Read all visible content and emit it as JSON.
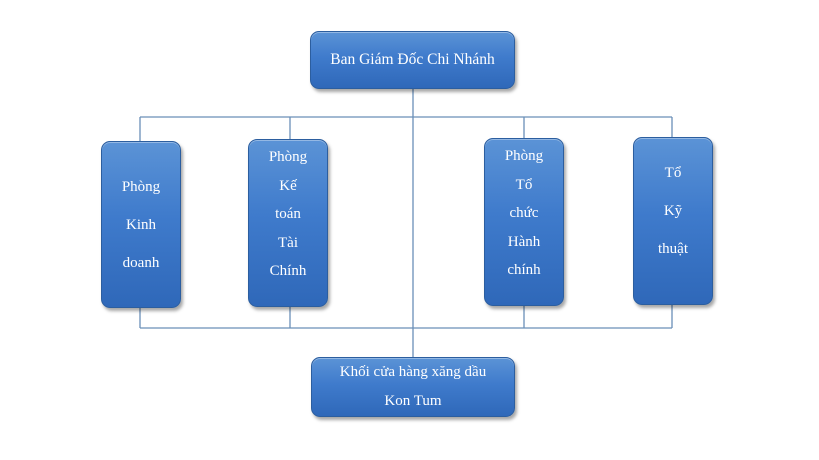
{
  "diagram": {
    "top_box": {
      "label": "Ban Giám Đốc Chi Nhánh"
    },
    "departments": [
      {
        "lines": [
          "Phòng",
          "Kinh",
          "doanh"
        ]
      },
      {
        "lines": [
          "Phòng",
          "Kế",
          "toán",
          "Tài",
          "Chính"
        ]
      },
      {
        "lines": [
          "Phòng",
          "Tổ",
          "chức",
          "Hành",
          "chính"
        ]
      },
      {
        "lines": [
          "Tổ",
          "Kỹ",
          "thuật"
        ]
      }
    ],
    "bottom_box": {
      "lines": [
        "Khối cửa hàng xăng dầu",
        "Kon Tum"
      ]
    },
    "colors": {
      "box_fill": "#3f7bcc",
      "box_border": "#2c5e9f",
      "connector": "#6a8fb8",
      "text": "#ffffff"
    }
  }
}
